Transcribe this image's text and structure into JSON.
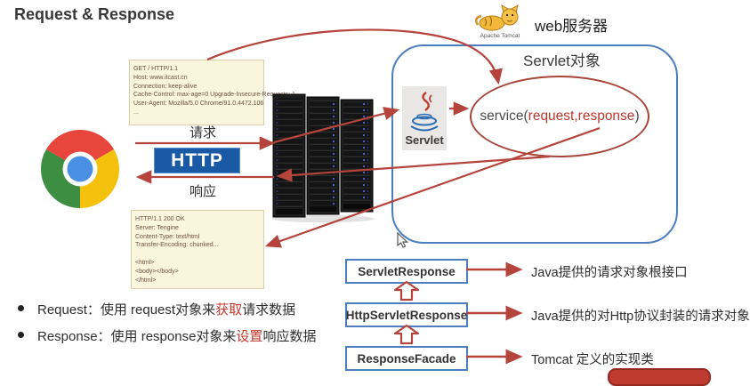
{
  "title": "Request & Response",
  "header": {
    "tomcat_label": "Apache Tomcat",
    "web_server_label": "web服务器"
  },
  "http_exchange": {
    "request_label": "请求",
    "protocol_label": "HTTP",
    "response_label": "响应"
  },
  "request_note": {
    "lines": [
      "GET / HTTP/1.1",
      "Host: www.itcast.cn",
      "Connection: keep-alive",
      "Cache-Control: max-age=0 Upgrade-Insecure-Requests: 1",
      "User-Agent: Mozilla/5.0 Chrome/91.0.4472.106",
      "..."
    ]
  },
  "response_note": {
    "lines": [
      "HTTP/1.1 200 OK",
      "Server: Tengine",
      "Content-Type: text/html",
      "Transfer-Encoding: chunked...",
      "",
      "<html>",
      "<body></body>",
      "</html>"
    ]
  },
  "servlet_container": {
    "title": "Servlet对象",
    "service_call": {
      "prefix": "service(",
      "args": "request,response",
      "suffix": ")"
    }
  },
  "servlet_icon_label": "Servlet",
  "hierarchy": {
    "rows": [
      {
        "class_name": "ServletResponse",
        "description": "Java提供的请求对象根接口"
      },
      {
        "class_name": "HttpServletResponse",
        "description": "Java提供的对Http协议封装的请求对象"
      },
      {
        "class_name": "ResponseFacade",
        "description": "Tomcat 定义的实现类"
      }
    ]
  },
  "bullets": [
    {
      "prefix": "Request：使用 request对象来",
      "highlight": "获取",
      "suffix": "请求数据"
    },
    {
      "prefix": "Response：使用 response对象来",
      "highlight": "设置",
      "suffix": "响应数据"
    }
  ],
  "colors": {
    "arrow_red": "#b5443c",
    "highlight_red": "#c0392b",
    "box_border_blue": "#4d7ebf",
    "http_badge_bg": "#1a5aa5",
    "note_bg": "#faf6dd",
    "note_border": "#d9cfa6"
  }
}
